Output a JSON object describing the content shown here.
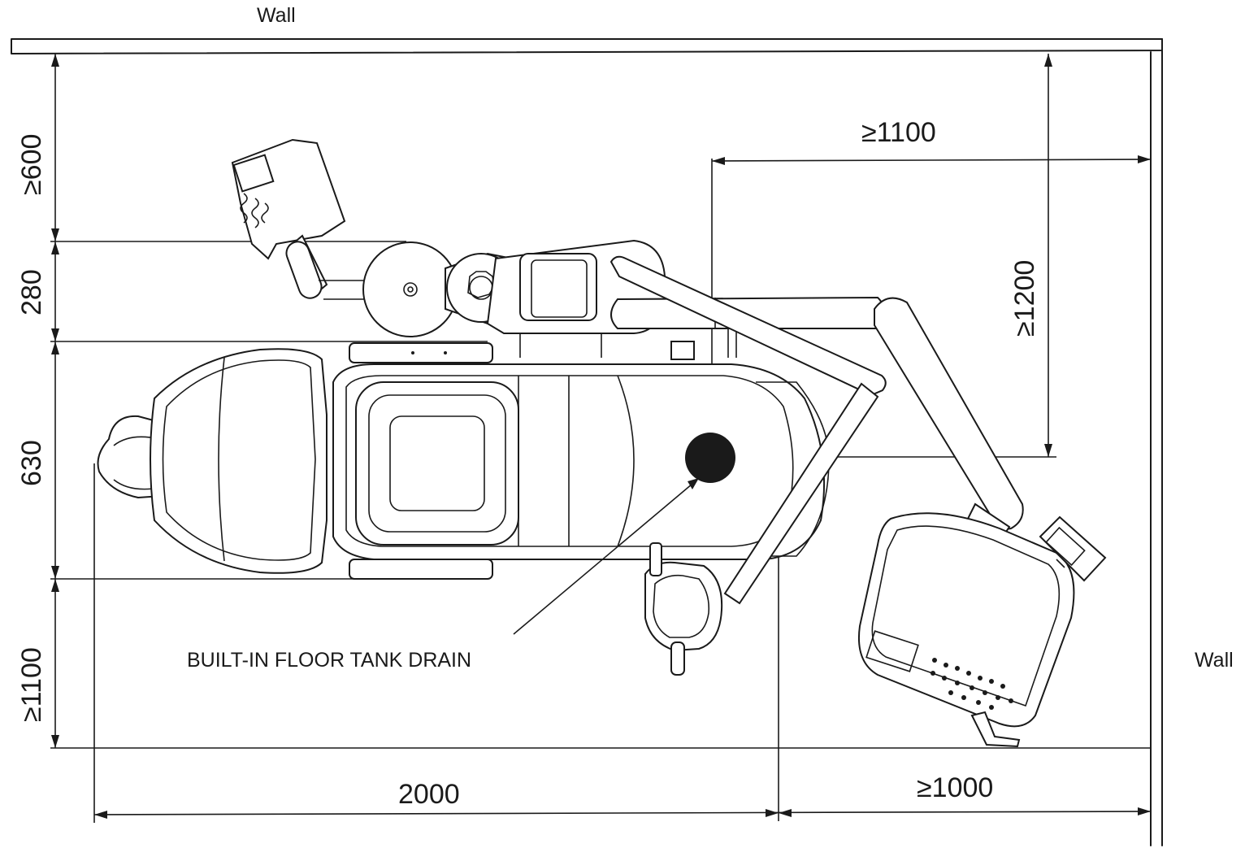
{
  "labels": {
    "wall_top": "Wall",
    "wall_right": "Wall",
    "drain": "BUILT-IN FLOOR TANK DRAIN"
  },
  "dimensions": {
    "left_top": "≥600",
    "left_mid1": "280",
    "left_mid2": "630",
    "left_bottom": "≥1100",
    "bottom_left": "2000",
    "bottom_right": "≥1000",
    "top_horizontal": "≥1100",
    "right_vertical": "≥1200"
  }
}
